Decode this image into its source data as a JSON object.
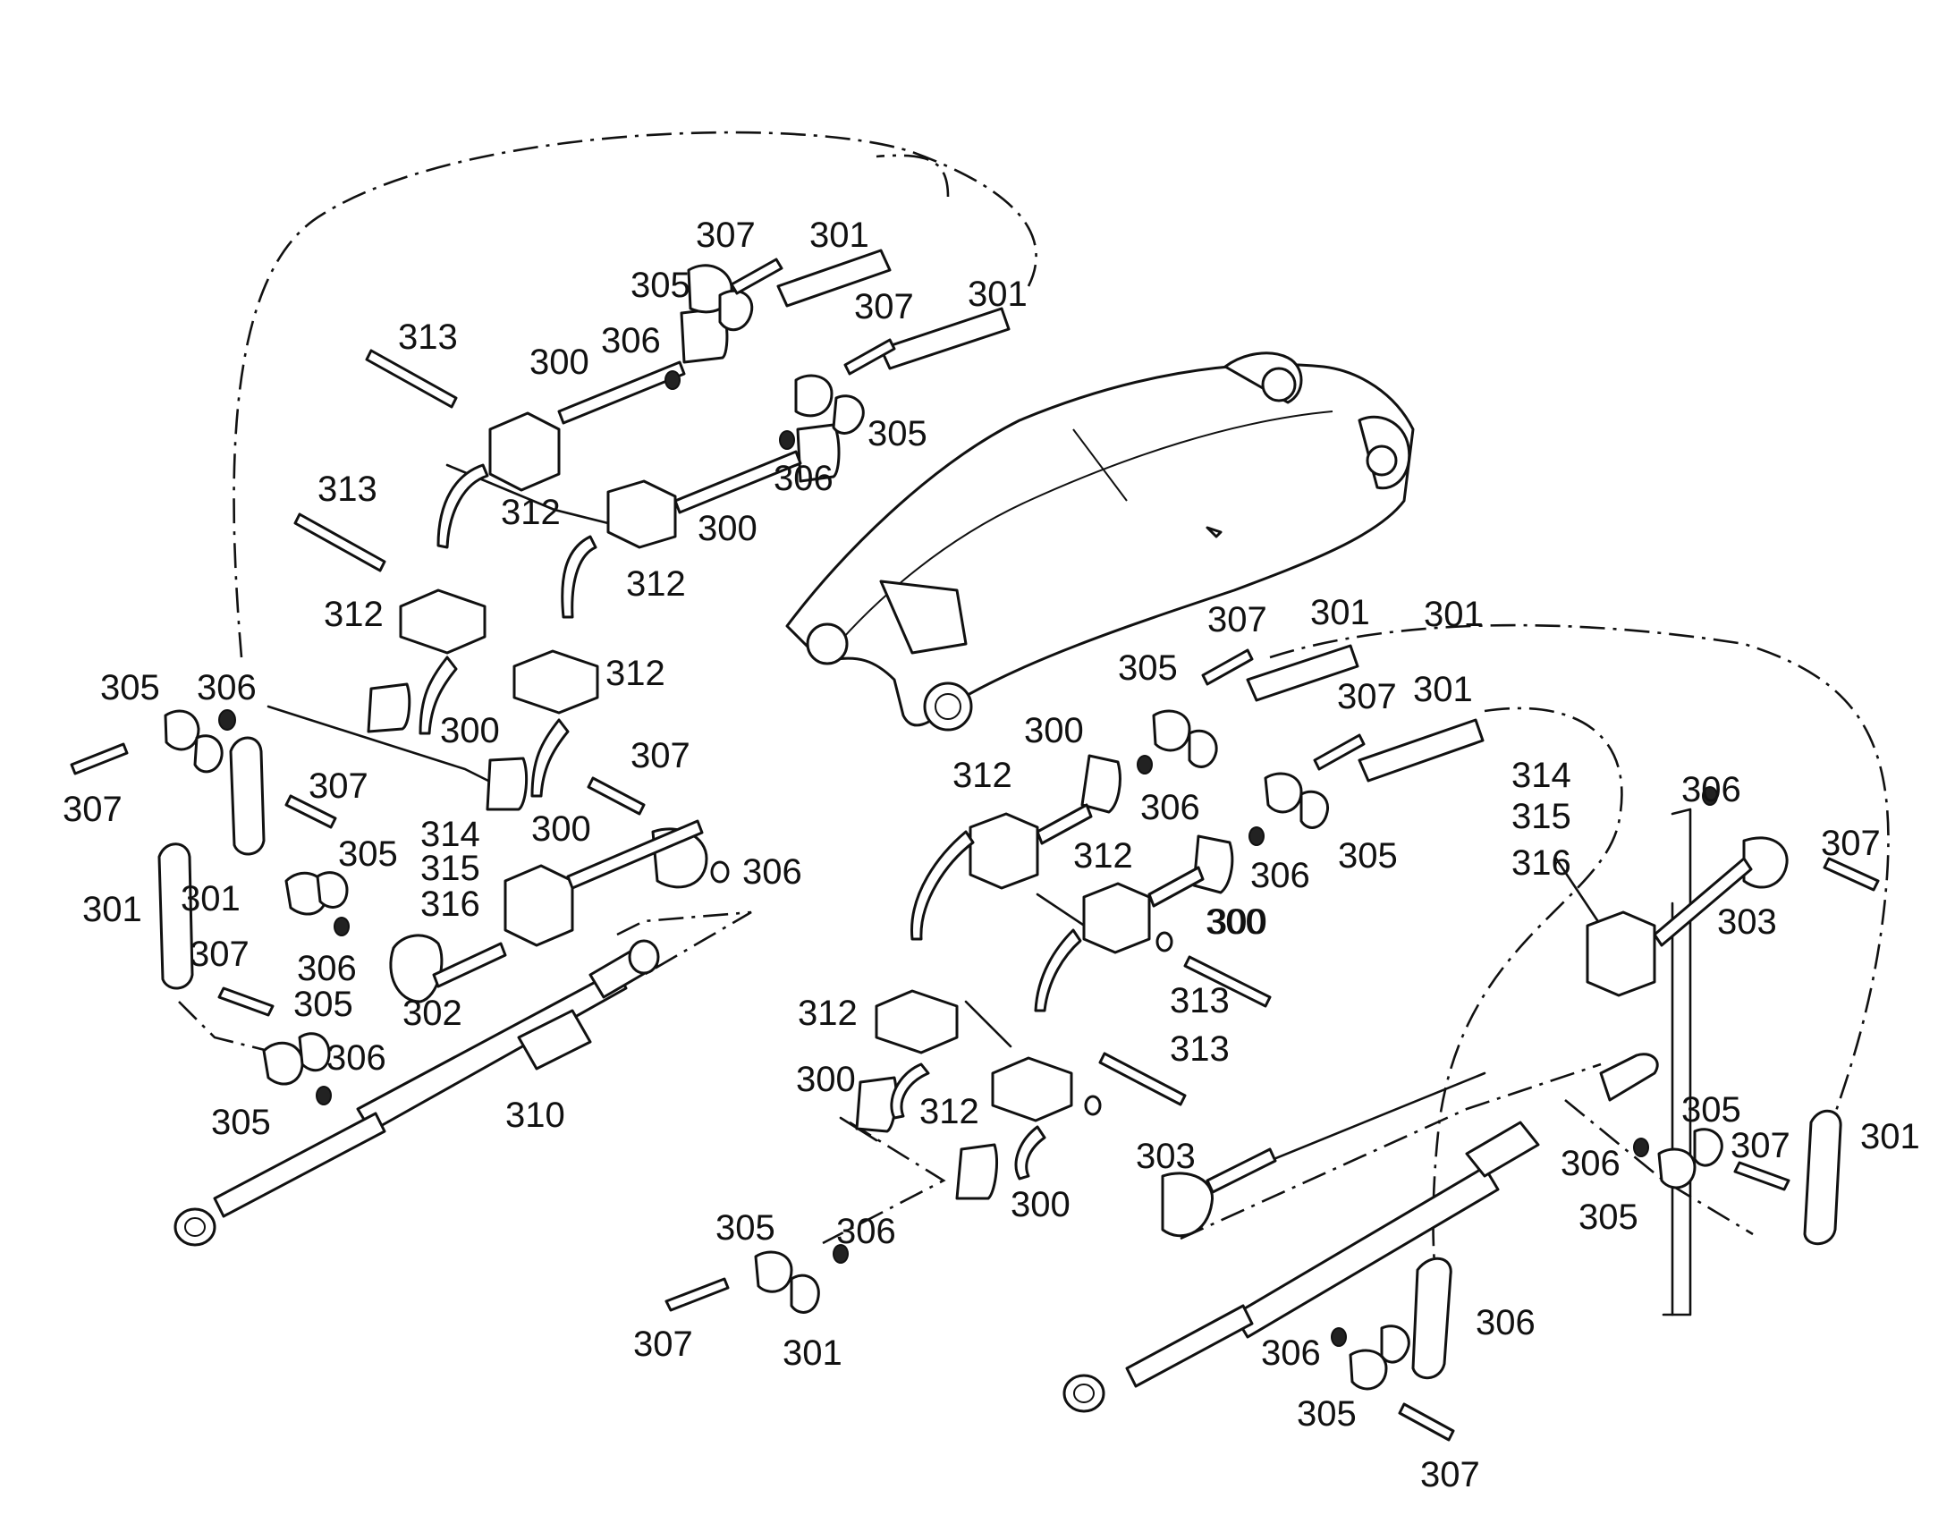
{
  "labels": [
    "307",
    "301",
    "305",
    "307",
    "301",
    "313",
    "300",
    "306",
    "305",
    "306",
    "313",
    "312",
    "300",
    "312",
    "312",
    "312",
    "300",
    "305",
    "306",
    "307",
    "307",
    "301",
    "300",
    "307",
    "305",
    "301",
    "301",
    "314",
    "315",
    "316",
    "306",
    "307",
    "306",
    "305",
    "302",
    "306",
    "305",
    "310",
    "307",
    "301",
    "305",
    "307",
    "301",
    "300",
    "306",
    "312",
    "314",
    "315",
    "316",
    "306",
    "307",
    "312",
    "306",
    "305",
    "300",
    "303",
    "300",
    "313",
    "312",
    "313",
    "300",
    "312",
    "303",
    "305",
    "306",
    "301",
    "306",
    "307",
    "305",
    "300",
    "305",
    "306",
    "307",
    "301",
    "306",
    "305",
    "307"
  ]
}
